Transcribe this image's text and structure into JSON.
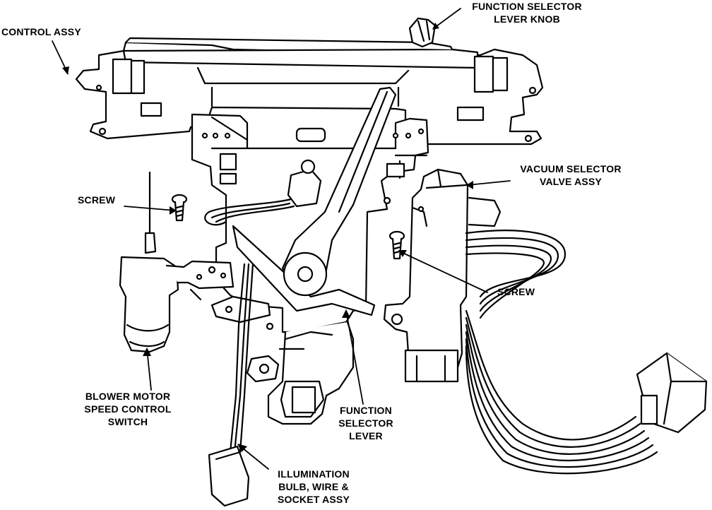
{
  "labels": {
    "function_selector_lever_knob": [
      "FUNCTION SELECTOR",
      "LEVER KNOB"
    ],
    "control_assy": [
      "CONTROL ASSY"
    ],
    "vacuum_selector_valve_assy": [
      "VACUUM SELECTOR",
      "VALVE ASSY"
    ],
    "screw_left": [
      "SCREW"
    ],
    "screw_right": [
      "SCREW"
    ],
    "blower_motor_speed_control_switch": [
      "BLOWER MOTOR",
      "SPEED CONTROL",
      "SWITCH"
    ],
    "function_selector_lever": [
      "FUNCTION",
      "SELECTOR",
      "LEVER"
    ],
    "illumination_bulb_wire_socket_assy": [
      "ILLUMINATION",
      "BULB, WIRE &",
      "SOCKET ASSY"
    ]
  },
  "colors": {
    "ink": "#000000",
    "paper": "#ffffff"
  }
}
